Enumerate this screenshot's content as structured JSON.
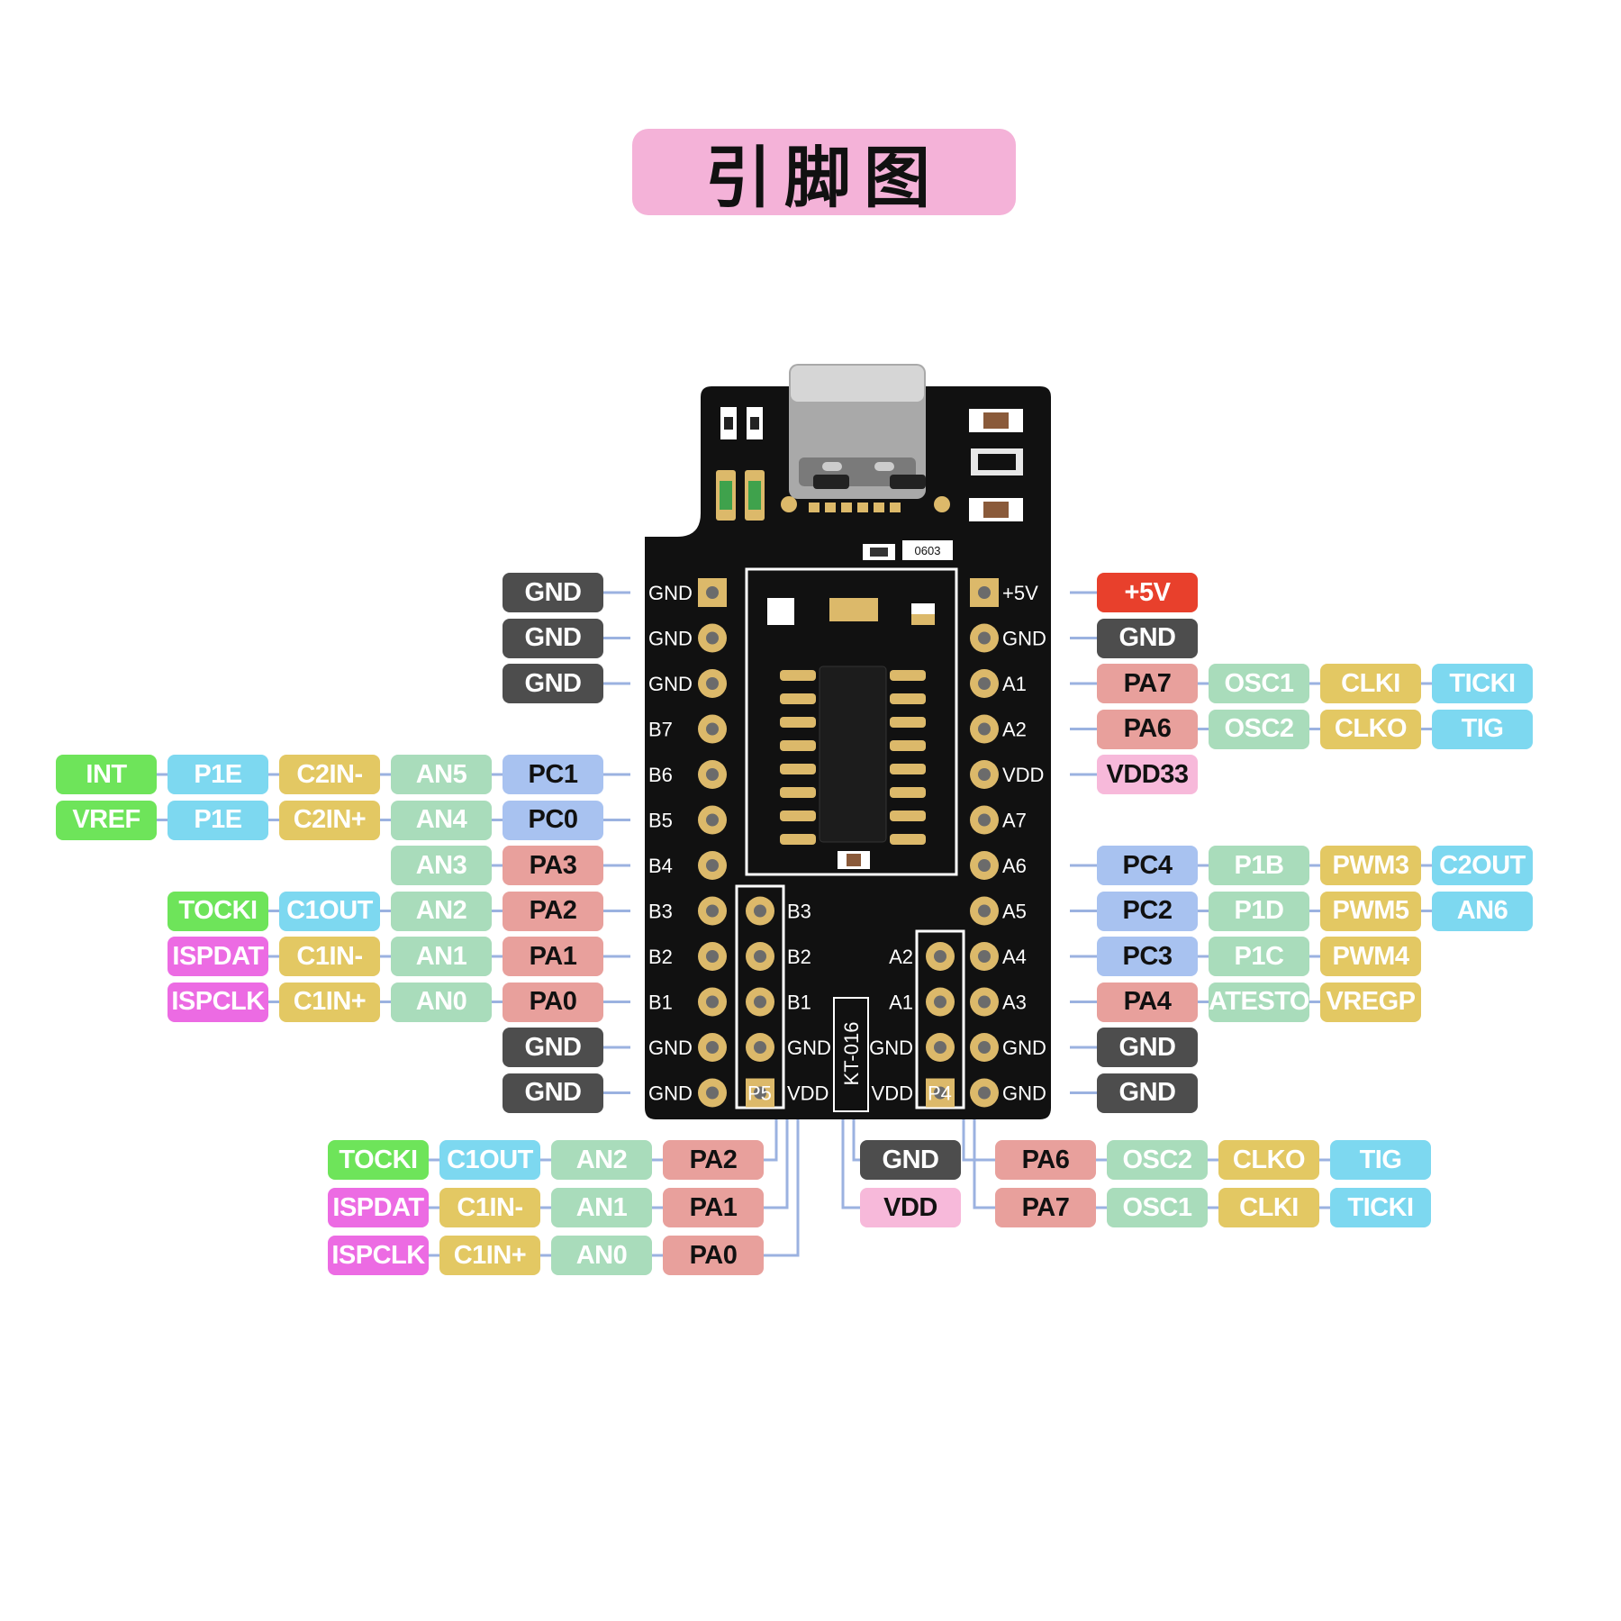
{
  "title": "引脚图",
  "colors": {
    "background": "#ffffff",
    "title_bg": "#f4b2d8",
    "line": "#9bb2e0",
    "pcb": "#111111",
    "pad_gold": "#dcb96a",
    "silk": "#ffffff"
  },
  "pill_styles": {
    "gnd": {
      "bg": "#4d4d4d",
      "fg": "#ffffff"
    },
    "pwr": {
      "bg": "#e8402c",
      "fg": "#ffffff"
    },
    "vdd": {
      "bg": "#f7b9da",
      "fg": "#111111"
    },
    "pa": {
      "bg": "#e8a09c",
      "fg": "#111111"
    },
    "pc": {
      "bg": "#a8c2f0",
      "fg": "#111111"
    },
    "an": {
      "bg": "#a9dcbb",
      "fg": "#ffffff"
    },
    "osc": {
      "bg": "#a9dcbb",
      "fg": "#ffffff"
    },
    "pwm": {
      "bg": "#e3c863",
      "fg": "#ffffff"
    },
    "cyan": {
      "bg": "#7dd8f0",
      "fg": "#ffffff"
    },
    "green": {
      "bg": "#6ee45a",
      "fg": "#ffffff"
    },
    "mag": {
      "bg": "#ec6be3",
      "fg": "#ffffff"
    }
  },
  "pcb_labels": {
    "left_pins": [
      "GND",
      "GND",
      "GND",
      "B7",
      "B6",
      "B5",
      "B4",
      "B3",
      "B2",
      "B1",
      "GND",
      "GND"
    ],
    "right_pins": [
      "+5V",
      "GND",
      "A1",
      "A2",
      "VDD",
      "A7",
      "A6",
      "A5",
      "A4",
      "A3",
      "GND",
      "GND"
    ],
    "p5_header": [
      "B3",
      "B2",
      "B1",
      "GND",
      "VDD"
    ],
    "p4_header": [
      "A2",
      "A1",
      "GND",
      "VDD"
    ],
    "p5_label": "P5",
    "p4_label": "P4",
    "chip_marking": "KT-016",
    "led_marking": "0603"
  },
  "left_rows": [
    {
      "pills": [
        {
          "t": "GND",
          "s": "gnd"
        }
      ]
    },
    {
      "pills": [
        {
          "t": "GND",
          "s": "gnd"
        }
      ]
    },
    {
      "pills": [
        {
          "t": "GND",
          "s": "gnd"
        }
      ]
    },
    {
      "pills": []
    },
    {
      "pills": [
        {
          "t": "PC1",
          "s": "pc"
        },
        {
          "t": "AN5",
          "s": "an"
        },
        {
          "t": "C2IN-",
          "s": "pwm"
        },
        {
          "t": "P1E",
          "s": "cyan"
        },
        {
          "t": "INT",
          "s": "green"
        }
      ]
    },
    {
      "pills": [
        {
          "t": "PC0",
          "s": "pc"
        },
        {
          "t": "AN4",
          "s": "an"
        },
        {
          "t": "C2IN+",
          "s": "pwm"
        },
        {
          "t": "P1E",
          "s": "cyan"
        },
        {
          "t": "VREF",
          "s": "green"
        }
      ]
    },
    {
      "pills": [
        {
          "t": "PA3",
          "s": "pa"
        },
        {
          "t": "AN3",
          "s": "an"
        }
      ]
    },
    {
      "pills": [
        {
          "t": "PA2",
          "s": "pa"
        },
        {
          "t": "AN2",
          "s": "an"
        },
        {
          "t": "C1OUT",
          "s": "cyan"
        },
        {
          "t": "TOCKI",
          "s": "green"
        }
      ]
    },
    {
      "pills": [
        {
          "t": "PA1",
          "s": "pa"
        },
        {
          "t": "AN1",
          "s": "an"
        },
        {
          "t": "C1IN-",
          "s": "pwm"
        },
        {
          "t": "ISPDAT",
          "s": "mag"
        }
      ]
    },
    {
      "pills": [
        {
          "t": "PA0",
          "s": "pa"
        },
        {
          "t": "AN0",
          "s": "an"
        },
        {
          "t": "C1IN+",
          "s": "pwm"
        },
        {
          "t": "ISPCLK",
          "s": "mag"
        }
      ]
    },
    {
      "pills": [
        {
          "t": "GND",
          "s": "gnd"
        }
      ]
    },
    {
      "pills": [
        {
          "t": "GND",
          "s": "gnd"
        }
      ]
    }
  ],
  "right_rows": [
    {
      "pills": [
        {
          "t": "+5V",
          "s": "pwr"
        }
      ]
    },
    {
      "pills": [
        {
          "t": "GND",
          "s": "gnd"
        }
      ]
    },
    {
      "pills": [
        {
          "t": "PA7",
          "s": "pa"
        },
        {
          "t": "OSC1",
          "s": "osc"
        },
        {
          "t": "CLKI",
          "s": "pwm"
        },
        {
          "t": "TICKI",
          "s": "cyan"
        }
      ]
    },
    {
      "pills": [
        {
          "t": "PA6",
          "s": "pa"
        },
        {
          "t": "OSC2",
          "s": "osc"
        },
        {
          "t": "CLKO",
          "s": "pwm"
        },
        {
          "t": "TIG",
          "s": "cyan"
        }
      ]
    },
    {
      "pills": [
        {
          "t": "VDD33",
          "s": "vdd"
        }
      ]
    },
    {
      "pills": []
    },
    {
      "pills": [
        {
          "t": "PC4",
          "s": "pc"
        },
        {
          "t": "P1B",
          "s": "an"
        },
        {
          "t": "PWM3",
          "s": "pwm"
        },
        {
          "t": "C2OUT",
          "s": "cyan"
        }
      ]
    },
    {
      "pills": [
        {
          "t": "PC2",
          "s": "pc"
        },
        {
          "t": "P1D",
          "s": "an"
        },
        {
          "t": "PWM5",
          "s": "pwm"
        },
        {
          "t": "AN6",
          "s": "cyan"
        }
      ]
    },
    {
      "pills": [
        {
          "t": "PC3",
          "s": "pc"
        },
        {
          "t": "P1C",
          "s": "an"
        },
        {
          "t": "PWM4",
          "s": "pwm"
        }
      ]
    },
    {
      "pills": [
        {
          "t": "PA4",
          "s": "pa"
        },
        {
          "t": "ATESTO",
          "s": "an"
        },
        {
          "t": "VREGP",
          "s": "pwm"
        }
      ]
    },
    {
      "pills": [
        {
          "t": "GND",
          "s": "gnd"
        }
      ]
    },
    {
      "pills": [
        {
          "t": "GND",
          "s": "gnd"
        }
      ]
    }
  ],
  "bottom_left_rows": [
    {
      "pills": [
        {
          "t": "PA2",
          "s": "pa"
        },
        {
          "t": "AN2",
          "s": "an"
        },
        {
          "t": "C1OUT",
          "s": "cyan"
        },
        {
          "t": "TOCKI",
          "s": "green"
        }
      ]
    },
    {
      "pills": [
        {
          "t": "PA1",
          "s": "pa"
        },
        {
          "t": "AN1",
          "s": "an"
        },
        {
          "t": "C1IN-",
          "s": "pwm"
        },
        {
          "t": "ISPDAT",
          "s": "mag"
        }
      ]
    },
    {
      "pills": [
        {
          "t": "PA0",
          "s": "pa"
        },
        {
          "t": "AN0",
          "s": "an"
        },
        {
          "t": "C1IN+",
          "s": "pwm"
        },
        {
          "t": "ISPCLK",
          "s": "mag"
        }
      ]
    }
  ],
  "bottom_mid_rows": [
    {
      "pills": [
        {
          "t": "GND",
          "s": "gnd"
        }
      ]
    },
    {
      "pills": [
        {
          "t": "VDD",
          "s": "vdd"
        }
      ]
    }
  ],
  "bottom_right_rows": [
    {
      "pills": [
        {
          "t": "PA6",
          "s": "pa"
        },
        {
          "t": "OSC2",
          "s": "osc"
        },
        {
          "t": "CLKO",
          "s": "pwm"
        },
        {
          "t": "TIG",
          "s": "cyan"
        }
      ]
    },
    {
      "pills": [
        {
          "t": "PA7",
          "s": "pa"
        },
        {
          "t": "OSC1",
          "s": "osc"
        },
        {
          "t": "CLKI",
          "s": "pwm"
        },
        {
          "t": "TICKI",
          "s": "cyan"
        }
      ]
    }
  ]
}
